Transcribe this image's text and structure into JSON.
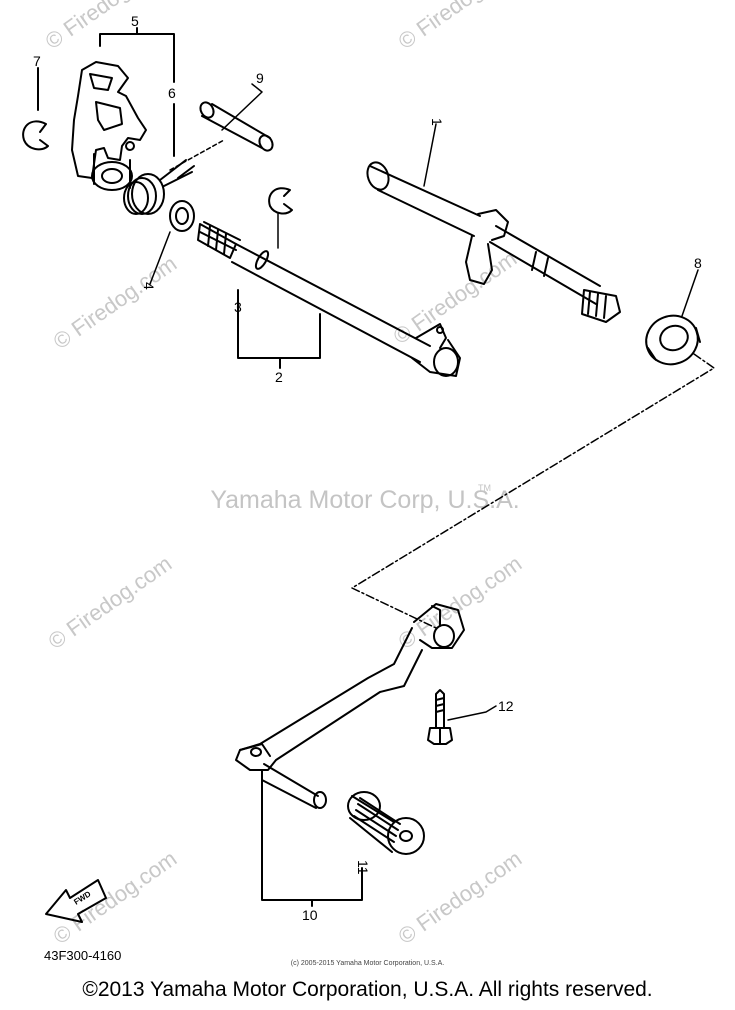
{
  "diagram": {
    "callouts": [
      {
        "id": "c1",
        "label": "1"
      },
      {
        "id": "c2",
        "label": "2"
      },
      {
        "id": "c3",
        "label": "3"
      },
      {
        "id": "c4",
        "label": "4"
      },
      {
        "id": "c5",
        "label": "5"
      },
      {
        "id": "c6",
        "label": "6"
      },
      {
        "id": "c7",
        "label": "7"
      },
      {
        "id": "c8",
        "label": "8"
      },
      {
        "id": "c9",
        "label": "9"
      },
      {
        "id": "c10",
        "label": "10"
      },
      {
        "id": "c11",
        "label": "11"
      },
      {
        "id": "c12",
        "label": "12"
      }
    ],
    "part_code": "43F300-4160",
    "fwd_label": "FWD",
    "center_watermark": "Yamaha Motor Corp, U.S.A.",
    "tm_mark": "TM",
    "firedog_watermark": "© Firedog.com",
    "small_copyright": "(c) 2005-2015 Yamaha Motor Corporation, U.S.A.",
    "footer_copyright": "©2013 Yamaha Motor Corporation, U.S.A. All rights reserved."
  },
  "colors": {
    "line": "#000000",
    "watermark": "#c8c8c8",
    "background": "#ffffff"
  }
}
